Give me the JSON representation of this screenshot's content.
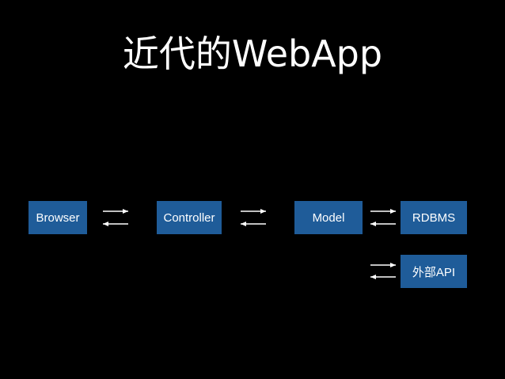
{
  "slide": {
    "title": "近代的WebApp",
    "background_color": "#000000",
    "node_color": "#1f5c99",
    "text_color": "#ffffff"
  },
  "nodes": {
    "browser": "Browser",
    "controller": "Controller",
    "model": "Model",
    "rdbms": "RDBMS",
    "external_api": "外部API"
  },
  "connectors": [
    {
      "from": "browser",
      "to": "controller",
      "type": "bidirectional-arrows"
    },
    {
      "from": "controller",
      "to": "model",
      "type": "bidirectional-arrows"
    },
    {
      "from": "model",
      "to": "rdbms",
      "type": "bidirectional-arrows"
    },
    {
      "from": "model",
      "to": "external_api",
      "type": "bidirectional-arrows"
    }
  ]
}
